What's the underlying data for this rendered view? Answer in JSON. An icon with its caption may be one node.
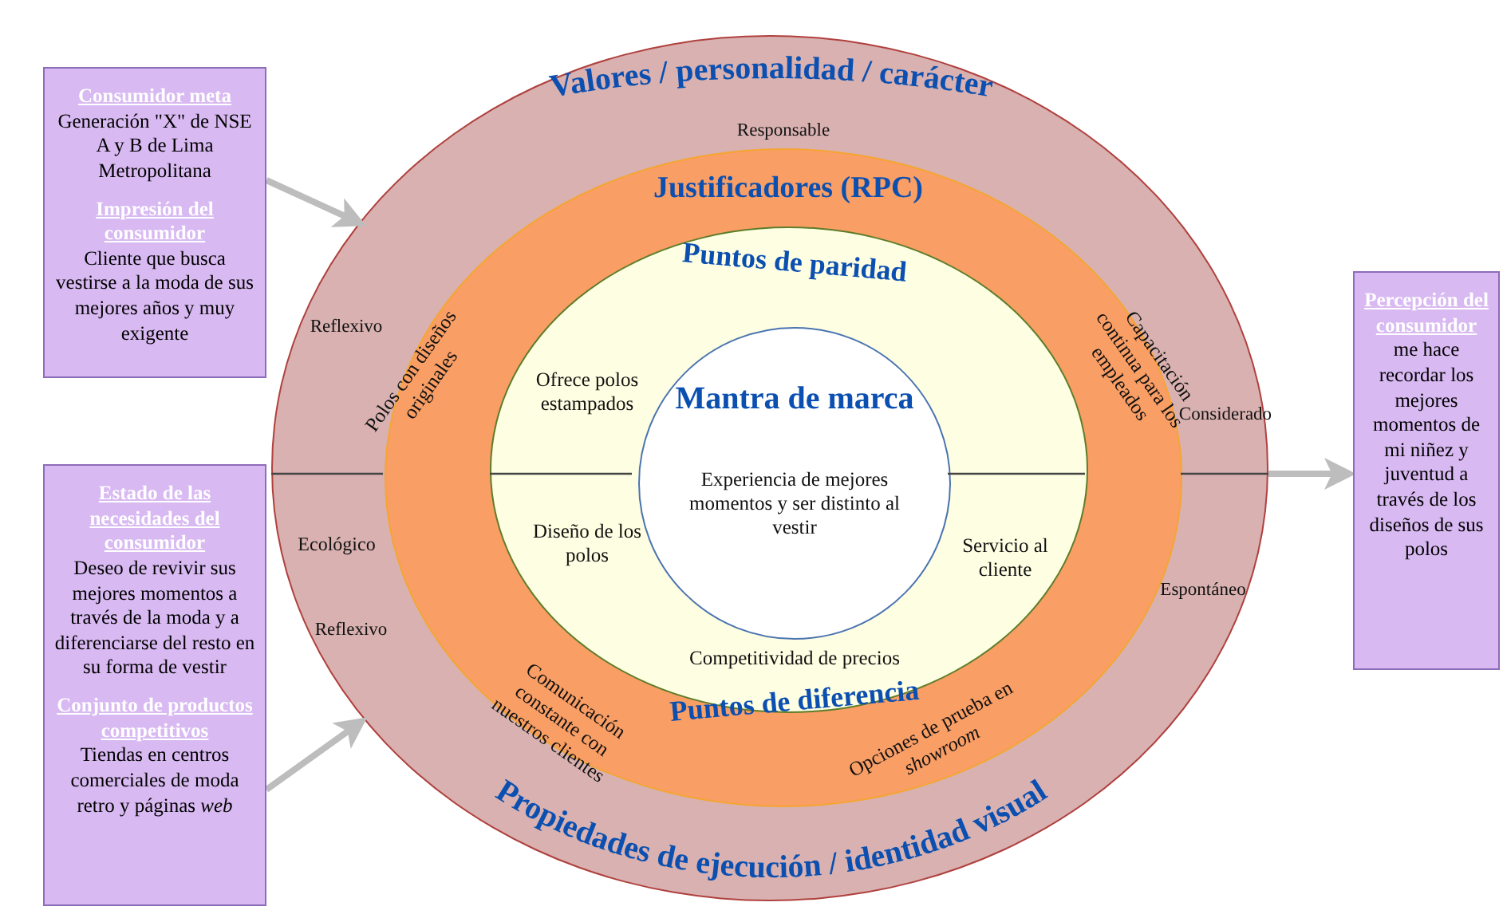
{
  "diagram": {
    "nodes": [
      {
        "text": [
          "Valores / personalidad / carácter",
          "Responsable",
          "Reflexivo",
          "Considerado",
          "Ecológico",
          "Espontáneo",
          "Reflexivo",
          "Propiedades de ejecución / identidad visual"
        ]
      },
      {
        "text": [
          "Justificadores (RPC)",
          "Polos con diseños originales",
          "Capacitación continua para los empleados",
          "Comunicación constante con nuestros clientes",
          "Opciones de prueba en *showroom*"
        ],
        "in": 0
      },
      {
        "text": [
          "Puntos de paridad",
          "Ofrece polos estampados",
          "Diseño de los polos",
          "Servicio al cliente",
          "Competitividad de precios",
          "Puntos de diferencia"
        ],
        "in": 1
      },
      {
        "text": [
          "Mantra de marca",
          "Experiencia de mejores momentos y ser distinto al vestir"
        ],
        "in": 2
      },
      {
        "text": [
          "Consumidor meta",
          "Generación \"X\" de NSE A y B de Lima Metropolitana",
          "Impresión del consumidor",
          "Cliente que busca vestirse a la moda de sus mejores años y muy exigente"
        ]
      },
      {
        "text": [
          "Estado de las necesidades del consumidor",
          "Deseo de revivir sus mejores momentos a través de la moda y a diferenciarse del resto en su forma de vestir",
          "Conjunto de productos competitivos",
          "Tiendas en centros comerciales de moda retro y páginas *web*"
        ]
      },
      {
        "text": [
          "Percepción del consumidor",
          "me hace recordar los mejores momentos de mi niñez y juventud a través de los diseños de sus polos"
        ]
      }
    ],
    "edges": [
      {
        "from": 4,
        "to": 0,
        "arrow": "to"
      },
      {
        "from": 5,
        "to": 0,
        "arrow": "to"
      },
      {
        "from": 0,
        "to": 6,
        "arrow": "to"
      }
    ]
  }
}
